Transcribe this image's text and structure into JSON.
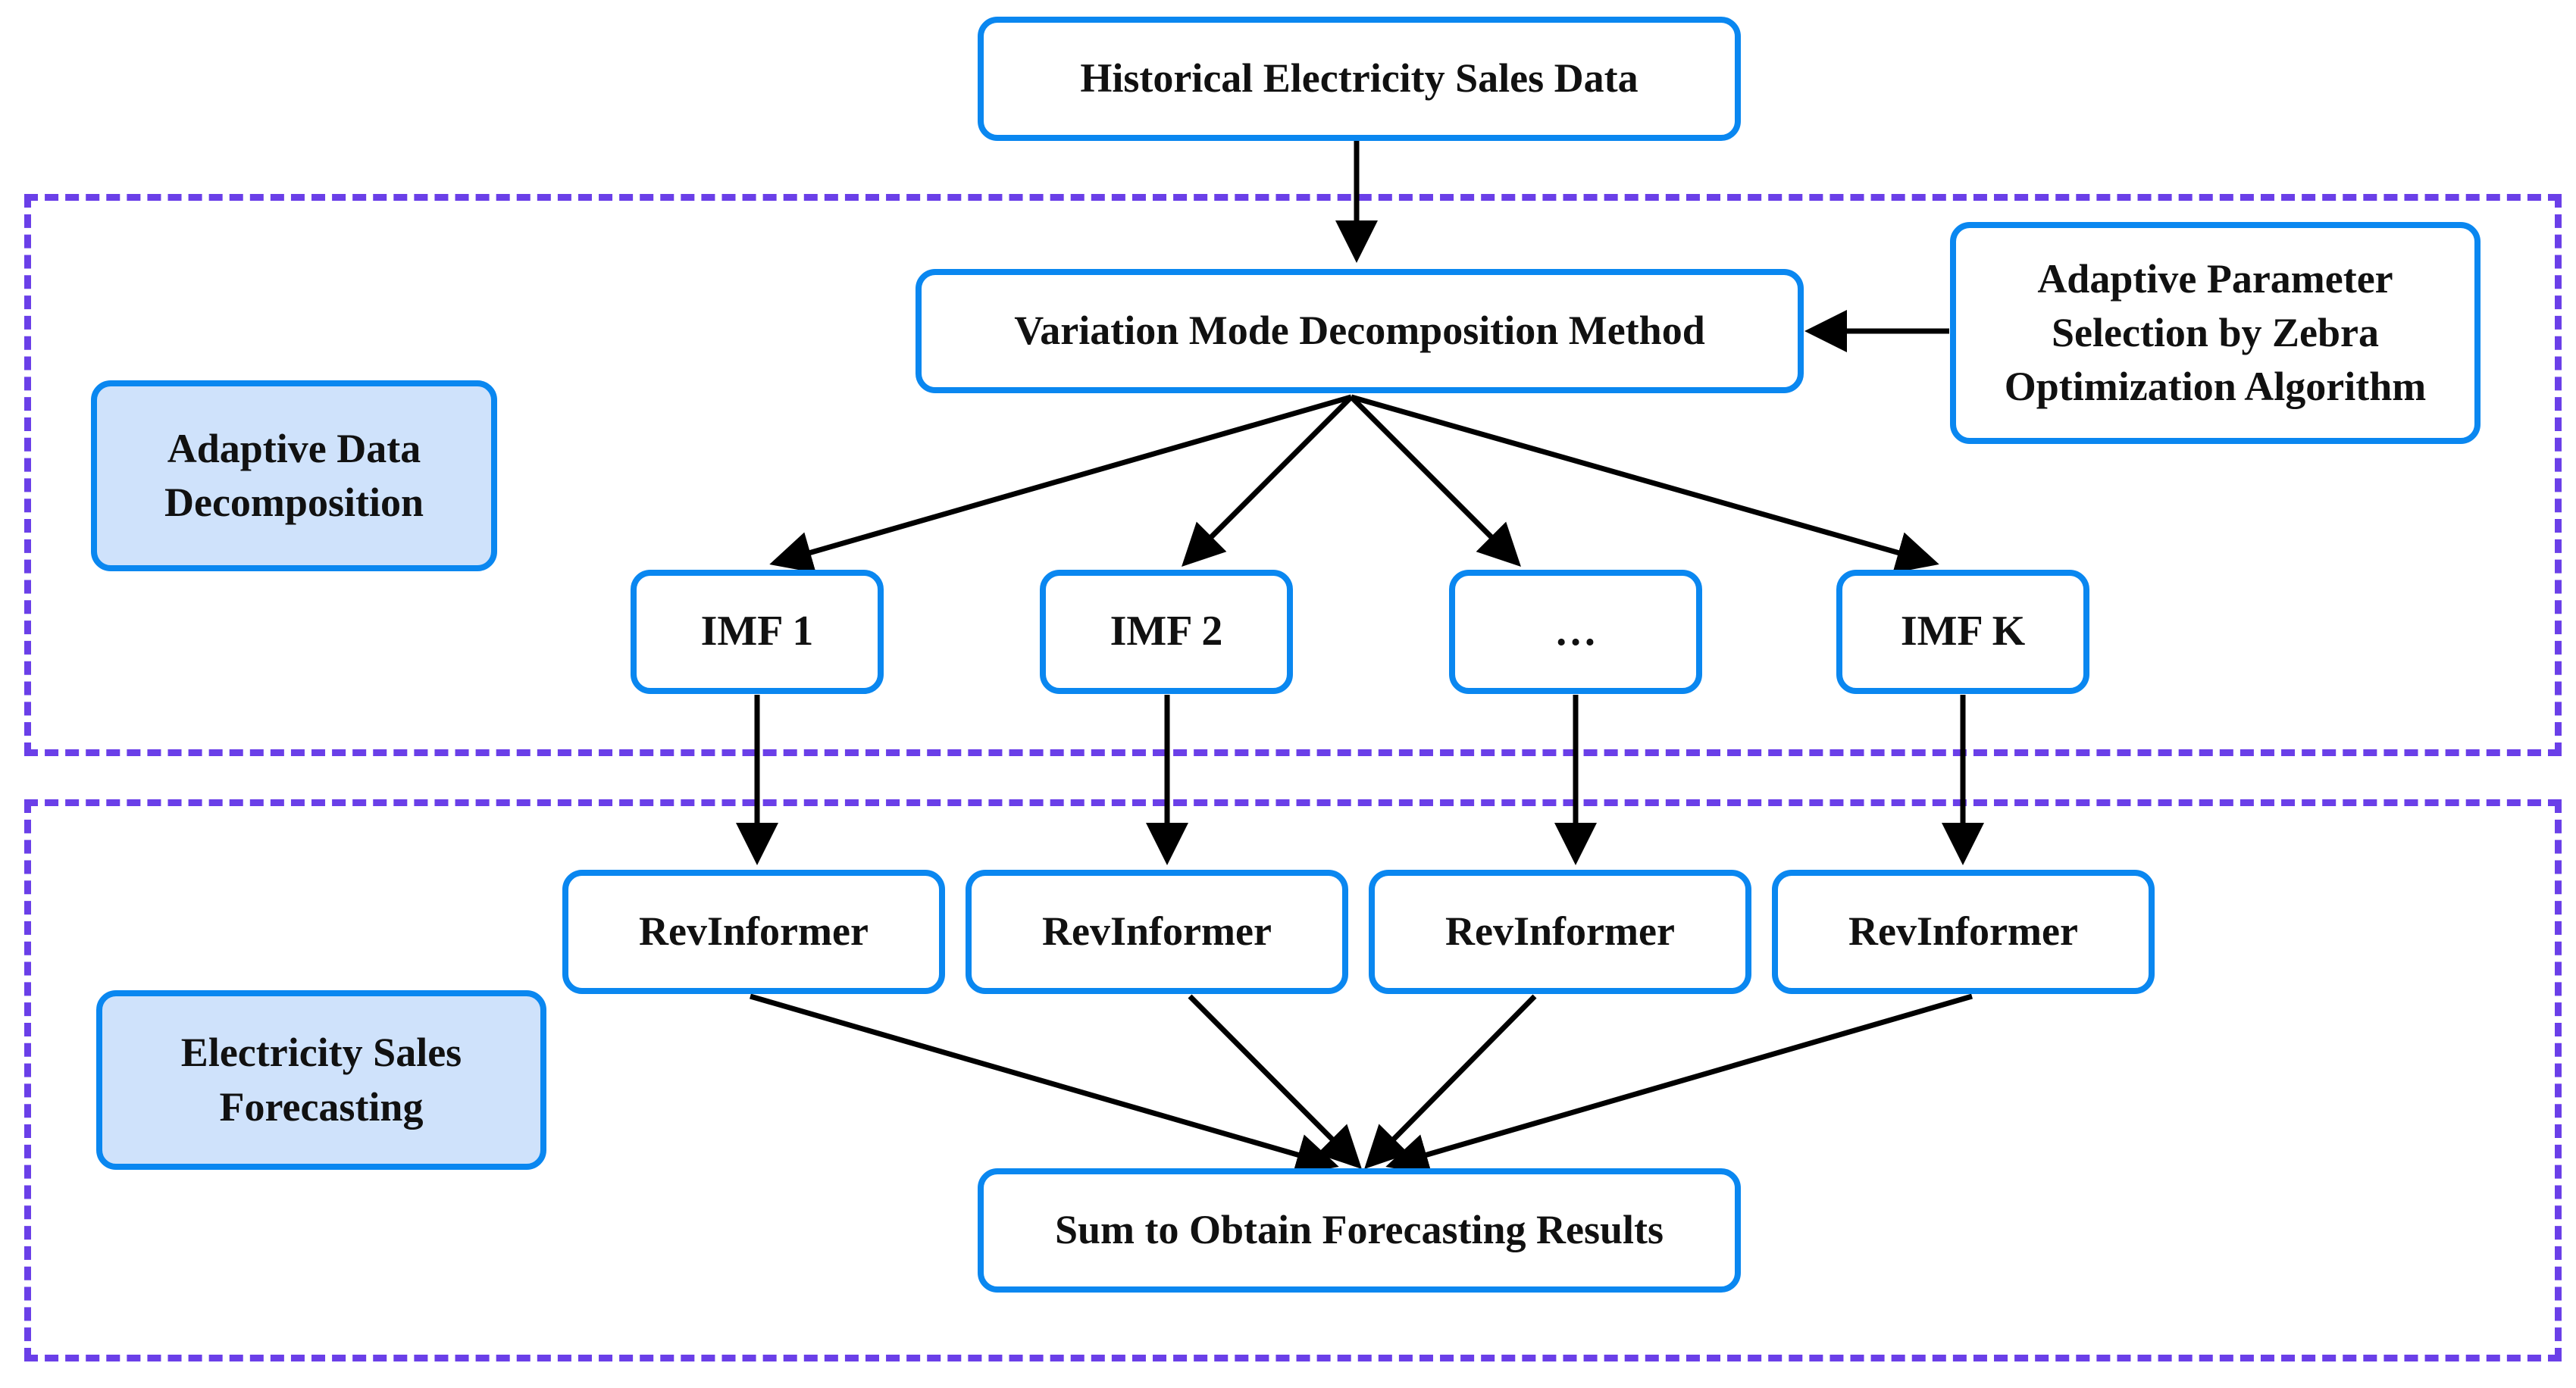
{
  "nodes": {
    "historical": "Historical Electricity Sales Data",
    "vmd": "Variation Mode Decomposition Method",
    "zoa": "Adaptive Parameter\nSelection by Zebra\nOptimization Algorithm",
    "imf1": "IMF  1",
    "imf2": "IMF  2",
    "imf_dots": "…",
    "imfk": "IMF  K",
    "rev1": "RevInformer",
    "rev2": "RevInformer",
    "rev3": "RevInformer",
    "rev4": "RevInformer",
    "sum": "Sum to Obtain Forecasting Results"
  },
  "groups": {
    "decomposition_label": "Adaptive Data\nDecomposition",
    "forecasting_label": "Electricity Sales\nForecasting"
  },
  "colors": {
    "box_border": "#0a87f0",
    "label_fill": "#cfe2fb",
    "group_border": "#6a3fe8",
    "arrow": "#000000"
  }
}
